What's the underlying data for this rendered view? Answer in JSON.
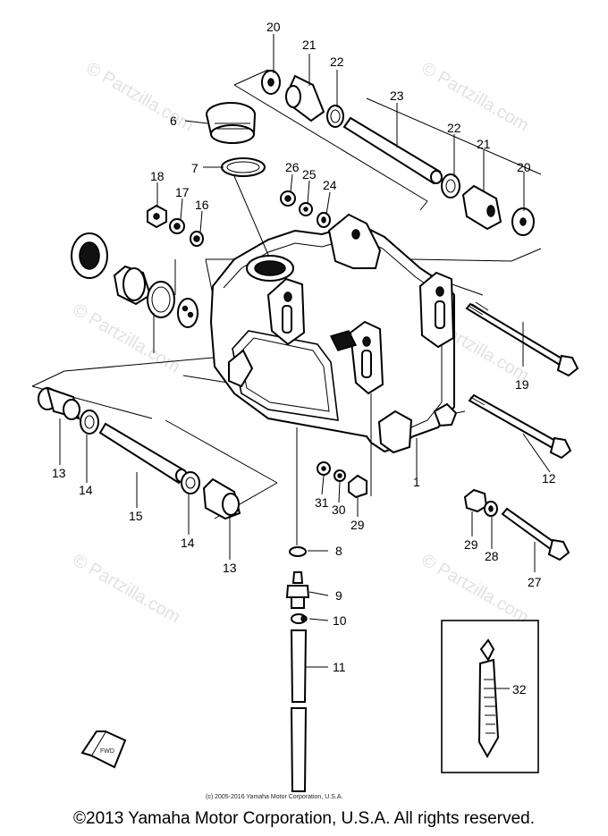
{
  "watermark": "© Partzilla.com",
  "diagram_copyright": "(c) 2005-2016 Yamaha Motor Corporation, U.S.A.",
  "footer_copyright": "©2013 Yamaha Motor Corporation, U.S.A. All rights reserved.",
  "arrow_label": "FWD",
  "callouts": [
    "1",
    "6",
    "7",
    "8",
    "9",
    "10",
    "11",
    "12",
    "13",
    "13",
    "14",
    "14",
    "15",
    "16",
    "17",
    "18",
    "19",
    "20",
    "20",
    "21",
    "21",
    "22",
    "22",
    "23",
    "24",
    "25",
    "26",
    "27",
    "28",
    "29",
    "29",
    "30",
    "31",
    "32"
  ]
}
